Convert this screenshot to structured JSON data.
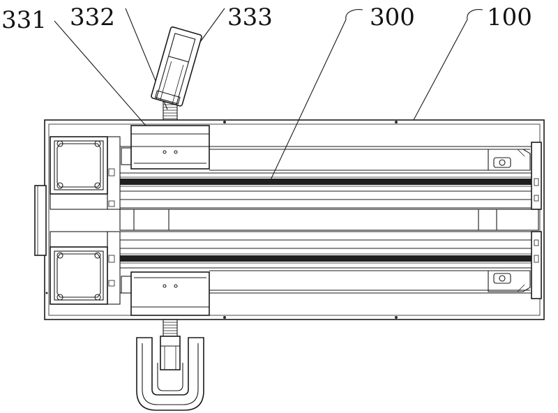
{
  "labels": {
    "l331": "331",
    "l332": "332",
    "l333": "333",
    "l300": "300",
    "l100": "100"
  },
  "colors": {
    "line": "#1a1a1a",
    "background": "#ffffff"
  }
}
